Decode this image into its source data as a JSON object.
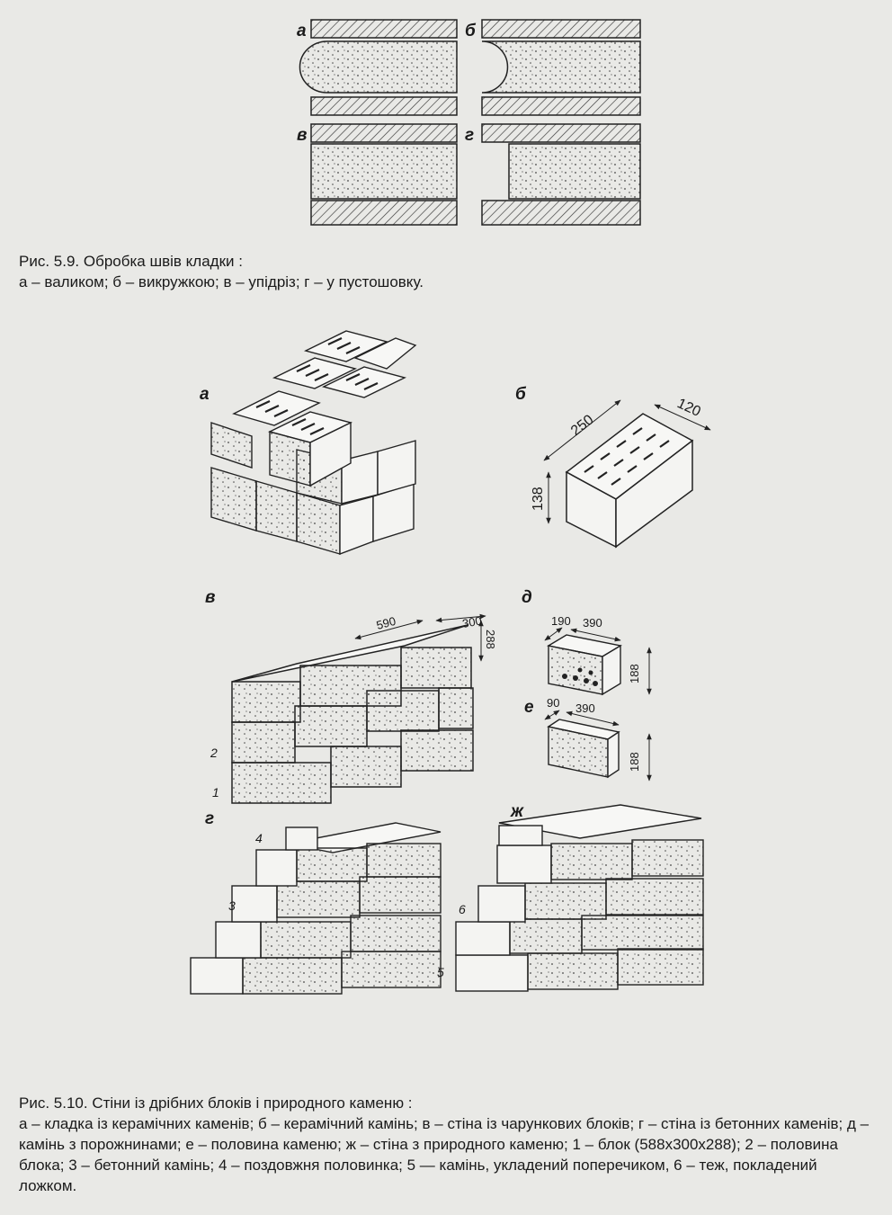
{
  "fig59": {
    "labels": [
      "а",
      "б",
      "в",
      "г"
    ],
    "caption_title": "Рис. 5.9. Обробка швів кладки :",
    "caption_body": "а – валиком; б – викружкою; в – упідріз; г – у пустошовку."
  },
  "fig510": {
    "labels": {
      "a": "а",
      "b": "б",
      "v": "в",
      "d": "д",
      "e": "е",
      "g": "г",
      "zh": "ж"
    },
    "dims_b": {
      "length": "250",
      "width": "120",
      "height": "138"
    },
    "dims_v": {
      "length": "590",
      "width": "300",
      "height": "288"
    },
    "dims_d": {
      "width": "190",
      "length": "390",
      "height": "188"
    },
    "dims_e": {
      "width": "90",
      "length": "390",
      "height": "188"
    },
    "callouts": {
      "n1": "1",
      "n2": "2",
      "n3": "3",
      "n4": "4",
      "n5": "5",
      "n6": "6"
    },
    "caption_title": "Рис. 5.10. Стіни із дрібних блоків і природного каменю :",
    "caption_body": "а – кладка із керамічних каменів; б – керамічний камінь; в – стіна із чарункових блоків; г – стіна із бетонних каменів; д – камінь з порожнинами; е – половина каменю; ж – стіна з природного каменю; 1 – блок (588х300х288); 2 – половина блока; 3 – бетонний камінь; 4 – поздовжня половинка; 5 — камінь, укладений поперечиком, 6 – теж, покладений ложком."
  }
}
